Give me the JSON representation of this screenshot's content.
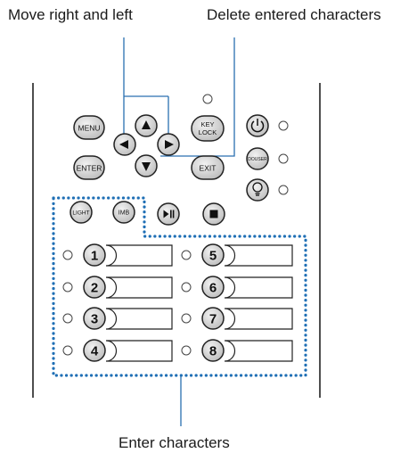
{
  "callouts": {
    "move": "Move right and left",
    "delete": "Delete entered characters",
    "enter": "Enter characters"
  },
  "buttons": {
    "menu": "MENU",
    "enter": "ENTER",
    "exit": "EXIT",
    "key_lock_line1": "KEY",
    "key_lock_line2": "LOCK",
    "douser": "DOUSER",
    "light": "LIGHT",
    "imb": "IMB"
  },
  "numbers": [
    "1",
    "2",
    "3",
    "4",
    "5",
    "6",
    "7",
    "8"
  ],
  "icons": {
    "up": "arrow-up-icon",
    "down": "arrow-down-icon",
    "left": "arrow-left-icon",
    "right": "arrow-right-icon",
    "power": "power-icon",
    "lamp": "lamp-icon",
    "play_pause": "play-pause-icon",
    "stop": "stop-icon"
  },
  "colors": {
    "highlight_dots": "#1f6fb5",
    "callout_line": "#2a6fb0",
    "button_grey": "#d9d9d9"
  }
}
